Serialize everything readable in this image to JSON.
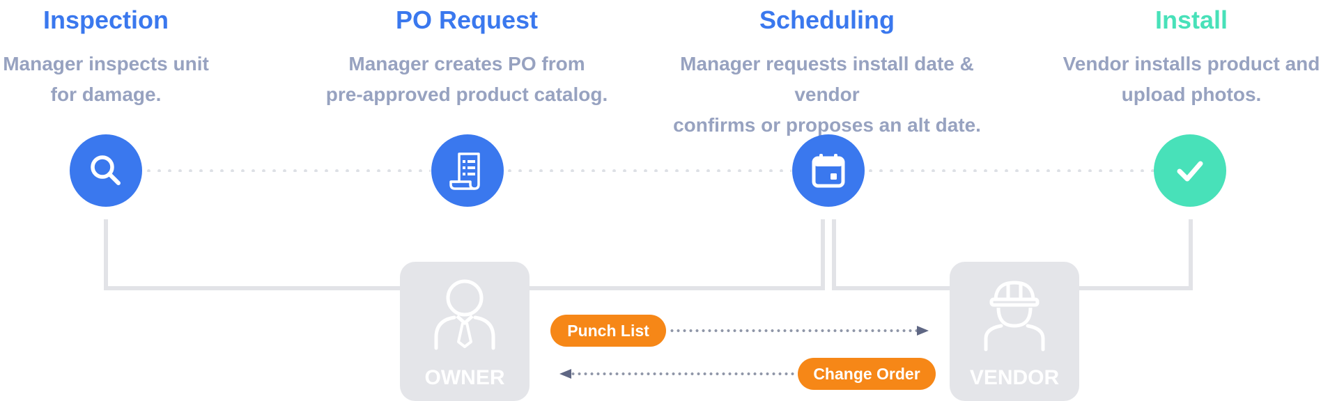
{
  "steps": [
    {
      "title": "Inspection",
      "description": "Manager inspects unit\nfor damage.",
      "icon": "search-icon",
      "color": "#3a78ee"
    },
    {
      "title": "PO Request",
      "description": "Manager creates PO from\npre-approved product catalog.",
      "icon": "document-icon",
      "color": "#3a78ee"
    },
    {
      "title": "Scheduling",
      "description": "Manager requests install date & vendor\nconfirms or proposes an alt date.",
      "icon": "calendar-icon",
      "color": "#3a78ee"
    },
    {
      "title": "Install",
      "description": "Vendor installs product and\nupload photos.",
      "icon": "checkmark-icon",
      "color": "#48e1b9"
    }
  ],
  "roles": {
    "owner": {
      "label": "OWNER",
      "icon": "person-icon"
    },
    "vendor": {
      "label": "VENDOR",
      "icon": "hardhat-worker-icon"
    }
  },
  "flows": {
    "punch_list": {
      "label": "Punch List",
      "direction": "owner-to-vendor"
    },
    "change_order": {
      "label": "Change Order",
      "direction": "vendor-to-owner"
    }
  },
  "colors": {
    "blue": "#3a78ee",
    "teal": "#48e1b9",
    "orange": "#f68717",
    "description_text": "#97a2c0",
    "connector": "#e2e3e7",
    "role_box": "#e4e5e9"
  }
}
